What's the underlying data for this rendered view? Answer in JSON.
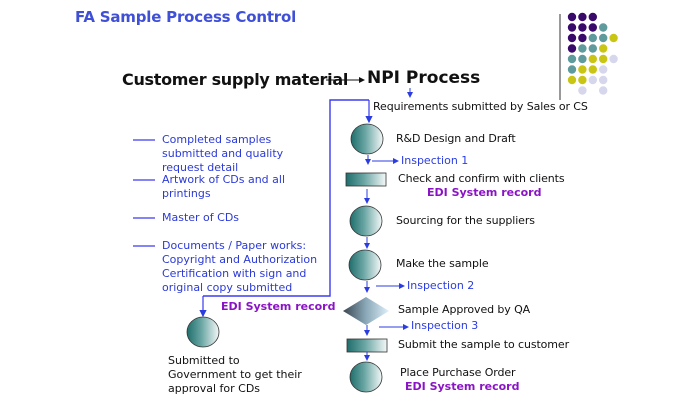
{
  "title": "FA Sample Process Control",
  "source": "Customer supply material",
  "npi": "NPI Process",
  "requirements": "Requirements submitted by Sales or CS",
  "steps": [
    {
      "shape": "circle",
      "label": "R&D Design and Draft"
    },
    {
      "shape": "rect",
      "label": "Check and confirm with clients",
      "note": "EDI System record"
    },
    {
      "shape": "circle",
      "label": "Sourcing for the suppliers"
    },
    {
      "shape": "circle",
      "label": "Make the sample"
    },
    {
      "shape": "diamond",
      "label": "Sample Approved by QA"
    },
    {
      "shape": "rect",
      "label": "Submit the sample to customer"
    },
    {
      "shape": "circle",
      "label": "Place Purchase Order",
      "note": "EDI System record"
    }
  ],
  "inspections": [
    "Inspection 1",
    "Inspection 2",
    "Inspection 3"
  ],
  "left_items": [
    "Completed samples submitted and quality request detail",
    "Artwork of CDs and all printings",
    "Master of CDs",
    "Documents / Paper works: Copyright and Authorization Certification with sign and original copy submitted"
  ],
  "left_edi": "EDI System record",
  "government": "Submitted to Government  to get their approval for CDs",
  "colors": {
    "title": "#3f4fd6",
    "connector": "#3b3bf0",
    "edi": "#8a14c4",
    "dot_purple": "#3a0a6b",
    "dot_teal": "#5f9a9c",
    "dot_yellow": "#c9c515",
    "dot_lavender": "#d6d6ec"
  },
  "dot_grid": [
    [
      "P",
      "P",
      "P"
    ],
    [
      "P",
      "P",
      "P",
      "T"
    ],
    [
      "P",
      "P",
      "T",
      "T",
      "Y"
    ],
    [
      "P",
      "T",
      "T",
      "Y"
    ],
    [
      "T",
      "T",
      "Y",
      "Y",
      "L"
    ],
    [
      "T",
      "Y",
      "Y",
      "L"
    ],
    [
      "Y",
      "Y",
      "L",
      "L"
    ],
    [
      "",
      "L",
      "",
      "L"
    ]
  ]
}
